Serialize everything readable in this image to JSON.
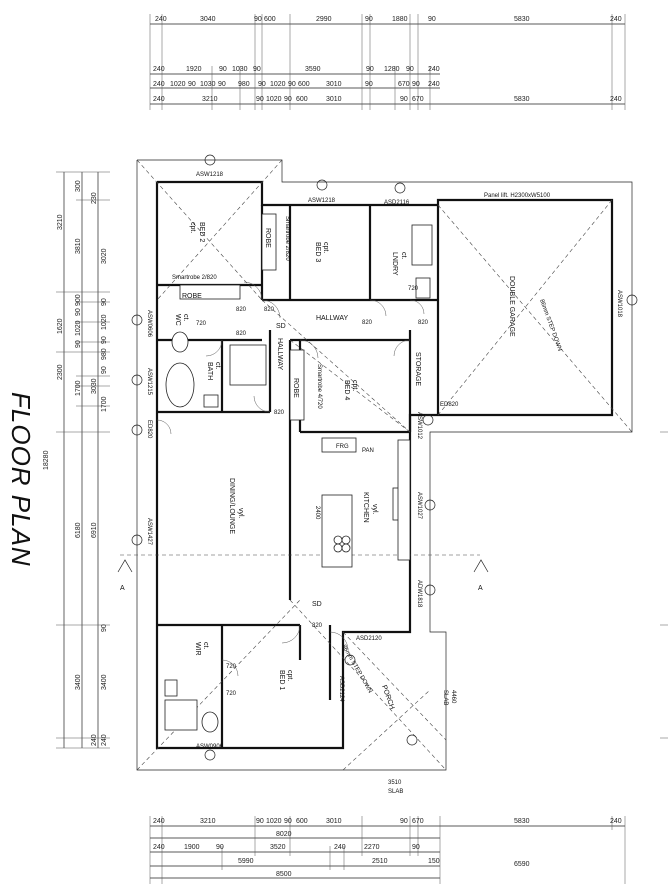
{
  "title": "FLOOR PLAN",
  "top_dims": {
    "row1": [
      "240",
      "3040",
      "90",
      "600",
      "2990",
      "90",
      "1880",
      "90",
      "5830",
      "240"
    ],
    "row2": [
      "240",
      "1920",
      "90",
      "1030",
      "90",
      "3590",
      "90",
      "1280",
      "90",
      "240"
    ],
    "row3": [
      "240",
      "1020",
      "90",
      "1030",
      "90",
      "980",
      "90",
      "1020",
      "90",
      "600",
      "3010",
      "90",
      "670",
      "90",
      "240"
    ],
    "row4": [
      "240",
      "3210",
      "90",
      "1020",
      "90",
      "600",
      "3010",
      "90",
      "670",
      "5830",
      "240"
    ]
  },
  "left_dims": {
    "col1": [
      "3210",
      "1620",
      "2300",
      "6180",
      "3400",
      "18280"
    ],
    "col2": [
      "300",
      "230",
      "3810",
      "900",
      "90",
      "1020",
      "90",
      "1700",
      "3030",
      "6910",
      "240"
    ],
    "col3": [
      "3020",
      "90",
      "1020",
      "90",
      "980",
      "90",
      "1700",
      "90",
      "3400",
      "240"
    ]
  },
  "bottom_dims": {
    "row1": [
      "240",
      "3210",
      "90",
      "1020",
      "90",
      "600",
      "3010",
      "90",
      "670",
      "5830",
      "240"
    ],
    "row2": [
      "8020"
    ],
    "row3": [
      "240",
      "1900",
      "90",
      "3520",
      "240",
      "2270",
      "90",
      "6590"
    ],
    "row4": [
      "5990",
      "2510",
      "150"
    ],
    "row5": [
      "8500"
    ]
  },
  "rooms": {
    "bed2": "BED 2",
    "bed2_sub": "cpt.",
    "bed3": "BED 3",
    "bed3_sub": "cpt.",
    "bed4": "BED 4",
    "bed4_sub": "cpt.",
    "bed1": "BED 1",
    "bed1_sub": "cpt.",
    "robe1": "ROBE",
    "robe2": "ROBE",
    "robe3": "ROBE",
    "laundry": "LNDRY",
    "laundry_sub": "ct.",
    "garage": "DOUBLE GARAGE",
    "hallway1": "HALLWAY",
    "hallway2": "HALLWAY",
    "storage": "STORAGE",
    "bath": "BATH",
    "bath_sub": "ct.",
    "wc": "WC",
    "wc_sub": "ct.",
    "wir": "WIR",
    "wir_sub": "ct.",
    "dining": "DINING/LOUNGE",
    "dining_sub": "vyl.",
    "kitchen": "KITCHEN",
    "kitchen_sub": "vyl.",
    "porch": "PORCH"
  },
  "notes": {
    "panel_lift": "Panel lift. H2300xW5100",
    "step_down": "86mm STEP DOWN",
    "step_down2": "86mm STEP DOWN",
    "smartrobe1": "Smartrobe 2/820",
    "smartrobe2": "Smartrobe 2/820",
    "smartrobe3": "Smartrobe 4/720",
    "sd1": "SD",
    "sd2": "SD",
    "d820": "820",
    "d720": "720",
    "section_a": "A",
    "fridge": "FRG",
    "pan": "PAN",
    "dims_2400": "2400",
    "slab": "SLAB",
    "slab_dim": "3510",
    "slab_v": "4460"
  },
  "windows": {
    "w1": "ASW1218",
    "w2": "ASW1218",
    "w3": "ASD2116",
    "w4": "ASW1018",
    "w5": "ASW0606",
    "w6": "ASW1215",
    "w7": "ED820",
    "w8": "ASW1427",
    "w9": "ASW0906",
    "w10": "ASD2120",
    "w11": "ASD2124",
    "w12": "ASW1027",
    "w13": "ADW1818",
    "w14": "ASW1012",
    "w15": "ED820"
  }
}
